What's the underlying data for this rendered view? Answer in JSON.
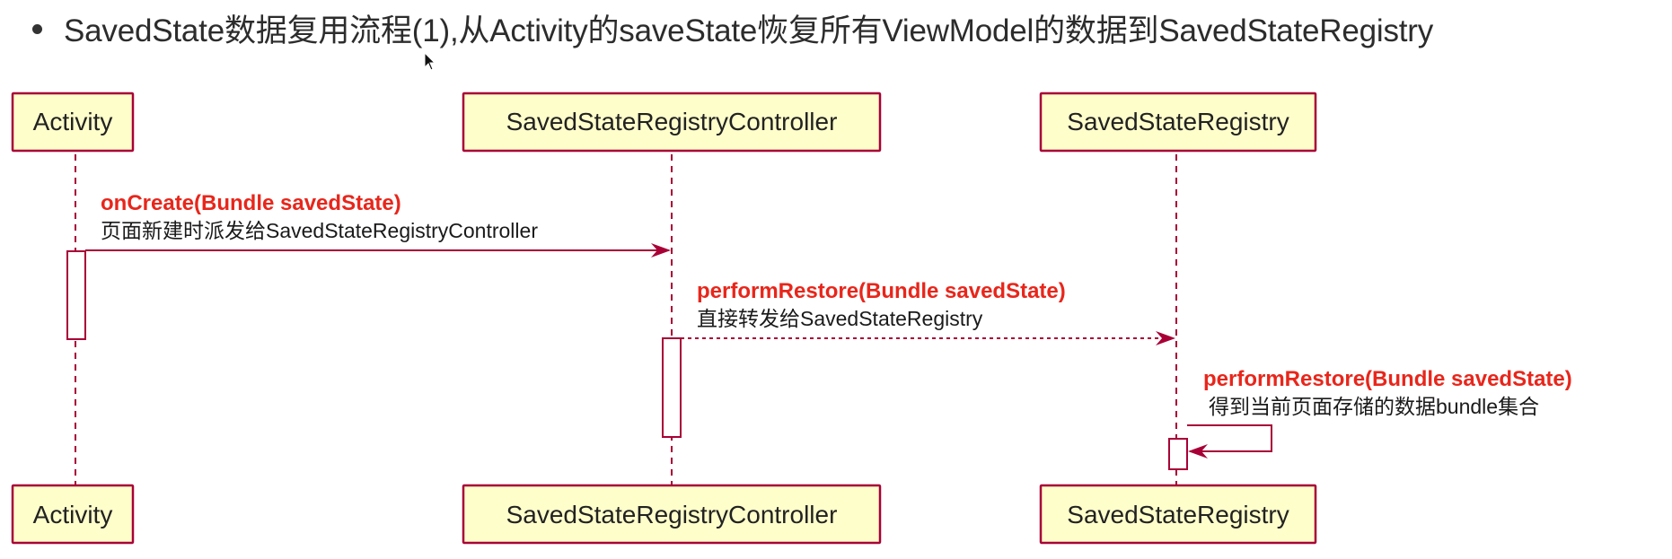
{
  "header": {
    "bullet_text": "SavedState数据复用流程(1),从Activity的saveState恢复所有ViewModel的数据到SavedStateRegistry"
  },
  "colors": {
    "participant_fill": "#fefecb",
    "participant_stroke": "#a80036",
    "lifeline": "#a80036",
    "message_title": "#e8261b",
    "message_text": "#1a1a1a"
  },
  "participants": [
    {
      "id": "activity",
      "label": "Activity"
    },
    {
      "id": "controller",
      "label": "SavedStateRegistryController"
    },
    {
      "id": "registry",
      "label": "SavedStateRegistry"
    }
  ],
  "messages": [
    {
      "from": "activity",
      "to": "controller",
      "style": "solid",
      "title": "onCreate(Bundle savedState)",
      "desc": "页面新建时派发给SavedStateRegistryController"
    },
    {
      "from": "controller",
      "to": "registry",
      "style": "dashed",
      "title": "performRestore(Bundle savedState)",
      "desc": "直接转发给SavedStateRegistry"
    },
    {
      "from": "registry",
      "to": "registry",
      "style": "self",
      "title": "performRestore(Bundle savedState)",
      "desc": "得到当前页面存储的数据bundle集合"
    }
  ],
  "icons": {
    "cursor": "mouse-pointer-icon"
  }
}
